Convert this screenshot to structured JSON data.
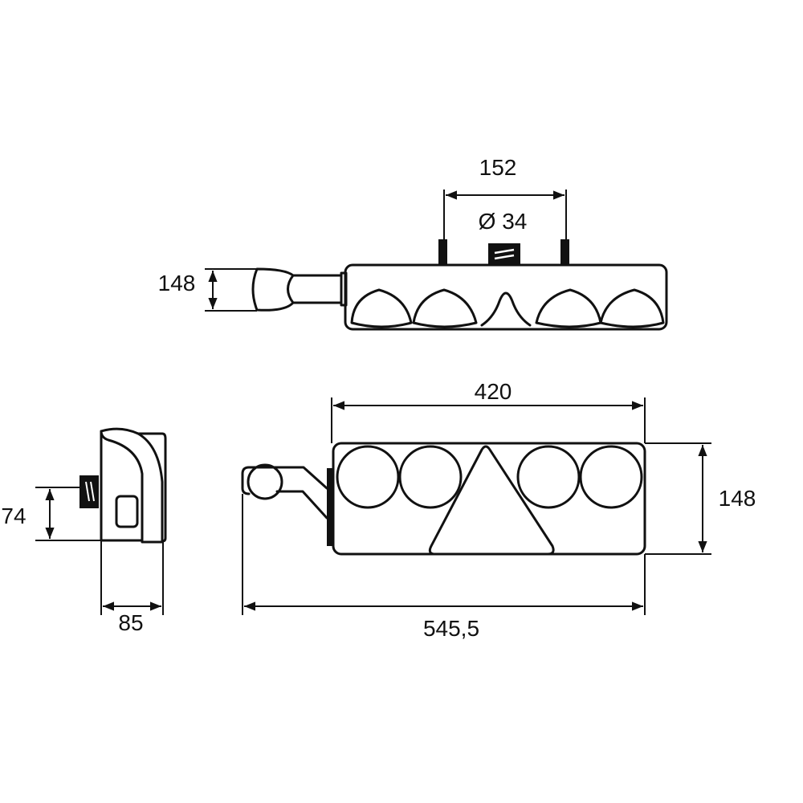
{
  "dimensions": {
    "top_spacing": "152",
    "top_diameter": "Ø 34",
    "top_height": "148",
    "front_width": "420",
    "front_height": "148",
    "front_total_width": "545,5",
    "side_mount_height": "74",
    "side_depth": "85"
  },
  "colors": {
    "line": "#111111",
    "background": "#ffffff"
  }
}
